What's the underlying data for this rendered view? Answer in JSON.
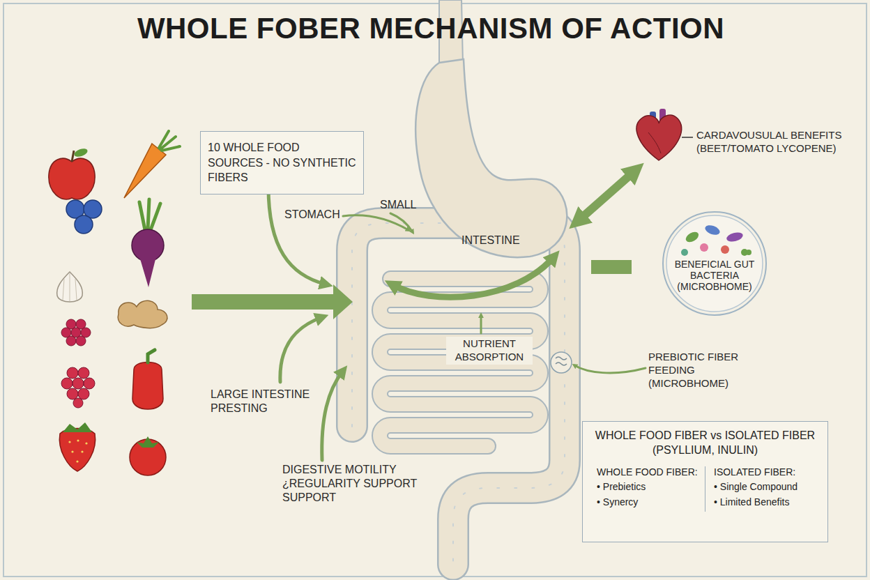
{
  "diagram": {
    "title": "WHOLE FOBER MECHANISM OF ACTION",
    "nodes": [
      {
        "text": [
          "10 WHOLE FOOD SOURCES - NO SYNTHETIC FIBERS"
        ]
      },
      {
        "text": [
          "BENEFICIAL GUT BACTERIA (MICROBHOME)"
        ]
      },
      {
        "text": [
          "WHOLE FOOD FIBER vs ISOLATED FIBER (PSYLLIUM, INULIN)",
          "WHOLE FOOD FIBER:",
          "• Prebietics",
          "• Synercy",
          "ISOLATED FIBER:",
          "• Single Compound",
          "• Limited Benefits"
        ]
      }
    ],
    "labels": [
      "STOMACH",
      "SMALL",
      "INTESTINE",
      "CARDAVOUSULAL BENEFITS (BEET/TOMATO LYCOPENE)",
      "NUTRIENT ABSORPTION",
      "LARGE INTESTINE PRESTING",
      "PREBIOTIC FIBER FEEDING (MICROBHOME)",
      "DIGESTIVE MOTILITY ¿REGULARITY SUPPORT SUPPORT"
    ]
  }
}
